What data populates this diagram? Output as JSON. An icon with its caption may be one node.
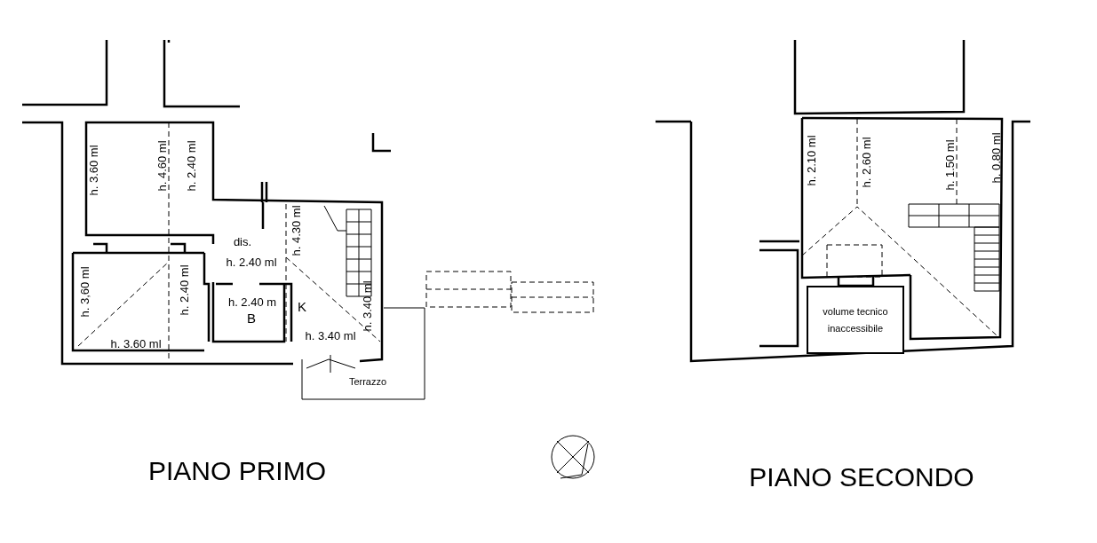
{
  "diagram": {
    "nodes": [
      {
        "text": [
          "volume tecnico inaccessibile"
        ]
      }
    ],
    "labels": [
      "h. 3.60 ml",
      "h. 4.60 ml",
      "h. 2.40 ml",
      "h. 2.10 ml",
      "h. 2.60 ml",
      "h. 1.50 ml",
      "h. 0.80 ml",
      "h. 4.30 ml",
      "dis.",
      "h. 2.40 ml",
      "h. 3,60 ml",
      "h. 2.40 ml",
      "h. 2.40 m",
      "K",
      "B",
      "h. 3.40 ml",
      "h. 3.60 ml",
      "h. 3.40 ml",
      "Terrazzo",
      "PIANO PRIMO",
      "PIANO SECONDO"
    ]
  }
}
